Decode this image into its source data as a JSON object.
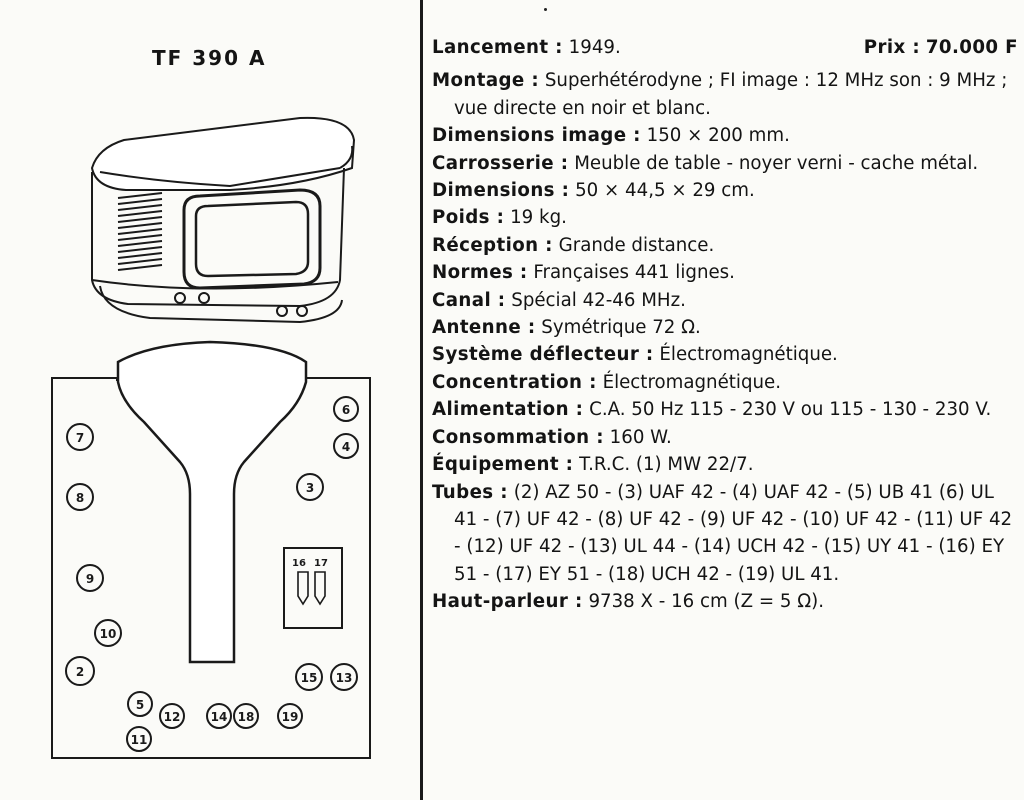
{
  "model": "TF 390 A",
  "spec": {
    "lancement_label": "Lancement :",
    "lancement_value": "1949.",
    "prix_label": "Prix :",
    "prix_value": "70.000 F",
    "montage_label": "Montage :",
    "montage_value": "Superhétérodyne ; FI image : 12 MHz son : 9 MHz ; vue directe en noir et blanc.",
    "dim_image_label": "Dimensions image :",
    "dim_image_value": "150 × 200 mm.",
    "carrosserie_label": "Carrosserie :",
    "carrosserie_value": "Meuble de table - noyer verni - cache métal.",
    "dimensions_label": "Dimensions :",
    "dimensions_value": "50 × 44,5 × 29 cm.",
    "poids_label": "Poids :",
    "poids_value": "19 kg.",
    "reception_label": "Réception :",
    "reception_value": "Grande distance.",
    "normes_label": "Normes :",
    "normes_value": "Françaises 441 lignes.",
    "canal_label": "Canal :",
    "canal_value": "Spécial 42-46 MHz.",
    "antenne_label": "Antenne :",
    "antenne_value": "Symétrique 72 Ω.",
    "deflecteur_label": "Système déflecteur :",
    "deflecteur_value": "Électromagnétique.",
    "concentration_label": "Concentration :",
    "concentration_value": "Électromagnétique.",
    "alimentation_label": "Alimentation :",
    "alimentation_value": "C.A. 50 Hz 115 - 230 V ou 115 - 130 - 230 V.",
    "consommation_label": "Consommation :",
    "consommation_value": "160 W.",
    "equipement_label": "Équipement :",
    "equipement_value": "T.R.C. (1) MW 22/7.",
    "tubes_label": "Tubes :",
    "tubes_value": "(2) AZ 50 - (3) UAF 42 - (4) UAF 42 - (5) UB 41 (6) UL 41 - (7) UF 42 - (8) UF 42 - (9) UF 42 - (10) UF 42 - (11) UF 42 - (12) UF 42 - (13) UL 44 - (14) UCH 42 - (15) UY 41 - (16) EY 51 - (17) EY 51 - (18) UCH 42 - (19) UL 41.",
    "hp_label": "Haut-parleur :",
    "hp_value": "9738 X - 16 cm (Z = 5 Ω)."
  },
  "chassis": {
    "tube_numbers": [
      "2",
      "3",
      "4",
      "5",
      "6",
      "7",
      "8",
      "9",
      "10",
      "11",
      "12",
      "13",
      "14",
      "15",
      "16",
      "17",
      "18",
      "19"
    ]
  }
}
